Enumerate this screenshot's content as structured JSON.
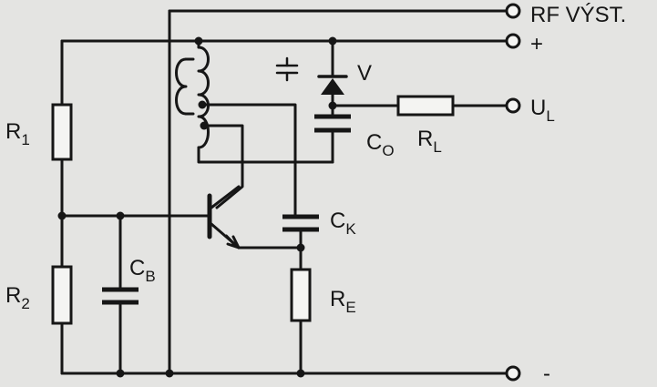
{
  "terminals": {
    "rf_out": "RF VÝST.",
    "plus": "+",
    "ul_main": "U",
    "ul_sub": "L",
    "minus": "-"
  },
  "components": {
    "r1": {
      "main": "R",
      "sub": "1"
    },
    "r2": {
      "main": "R",
      "sub": "2"
    },
    "cb": {
      "main": "C",
      "sub": "B"
    },
    "ck": {
      "main": "C",
      "sub": "K"
    },
    "re": {
      "main": "R",
      "sub": "E"
    },
    "co": {
      "main": "C",
      "sub": "O"
    },
    "rl": {
      "main": "R",
      "sub": "L"
    },
    "v": "V"
  },
  "annotations": {
    "varactor_symbol": "⊥⊤"
  }
}
